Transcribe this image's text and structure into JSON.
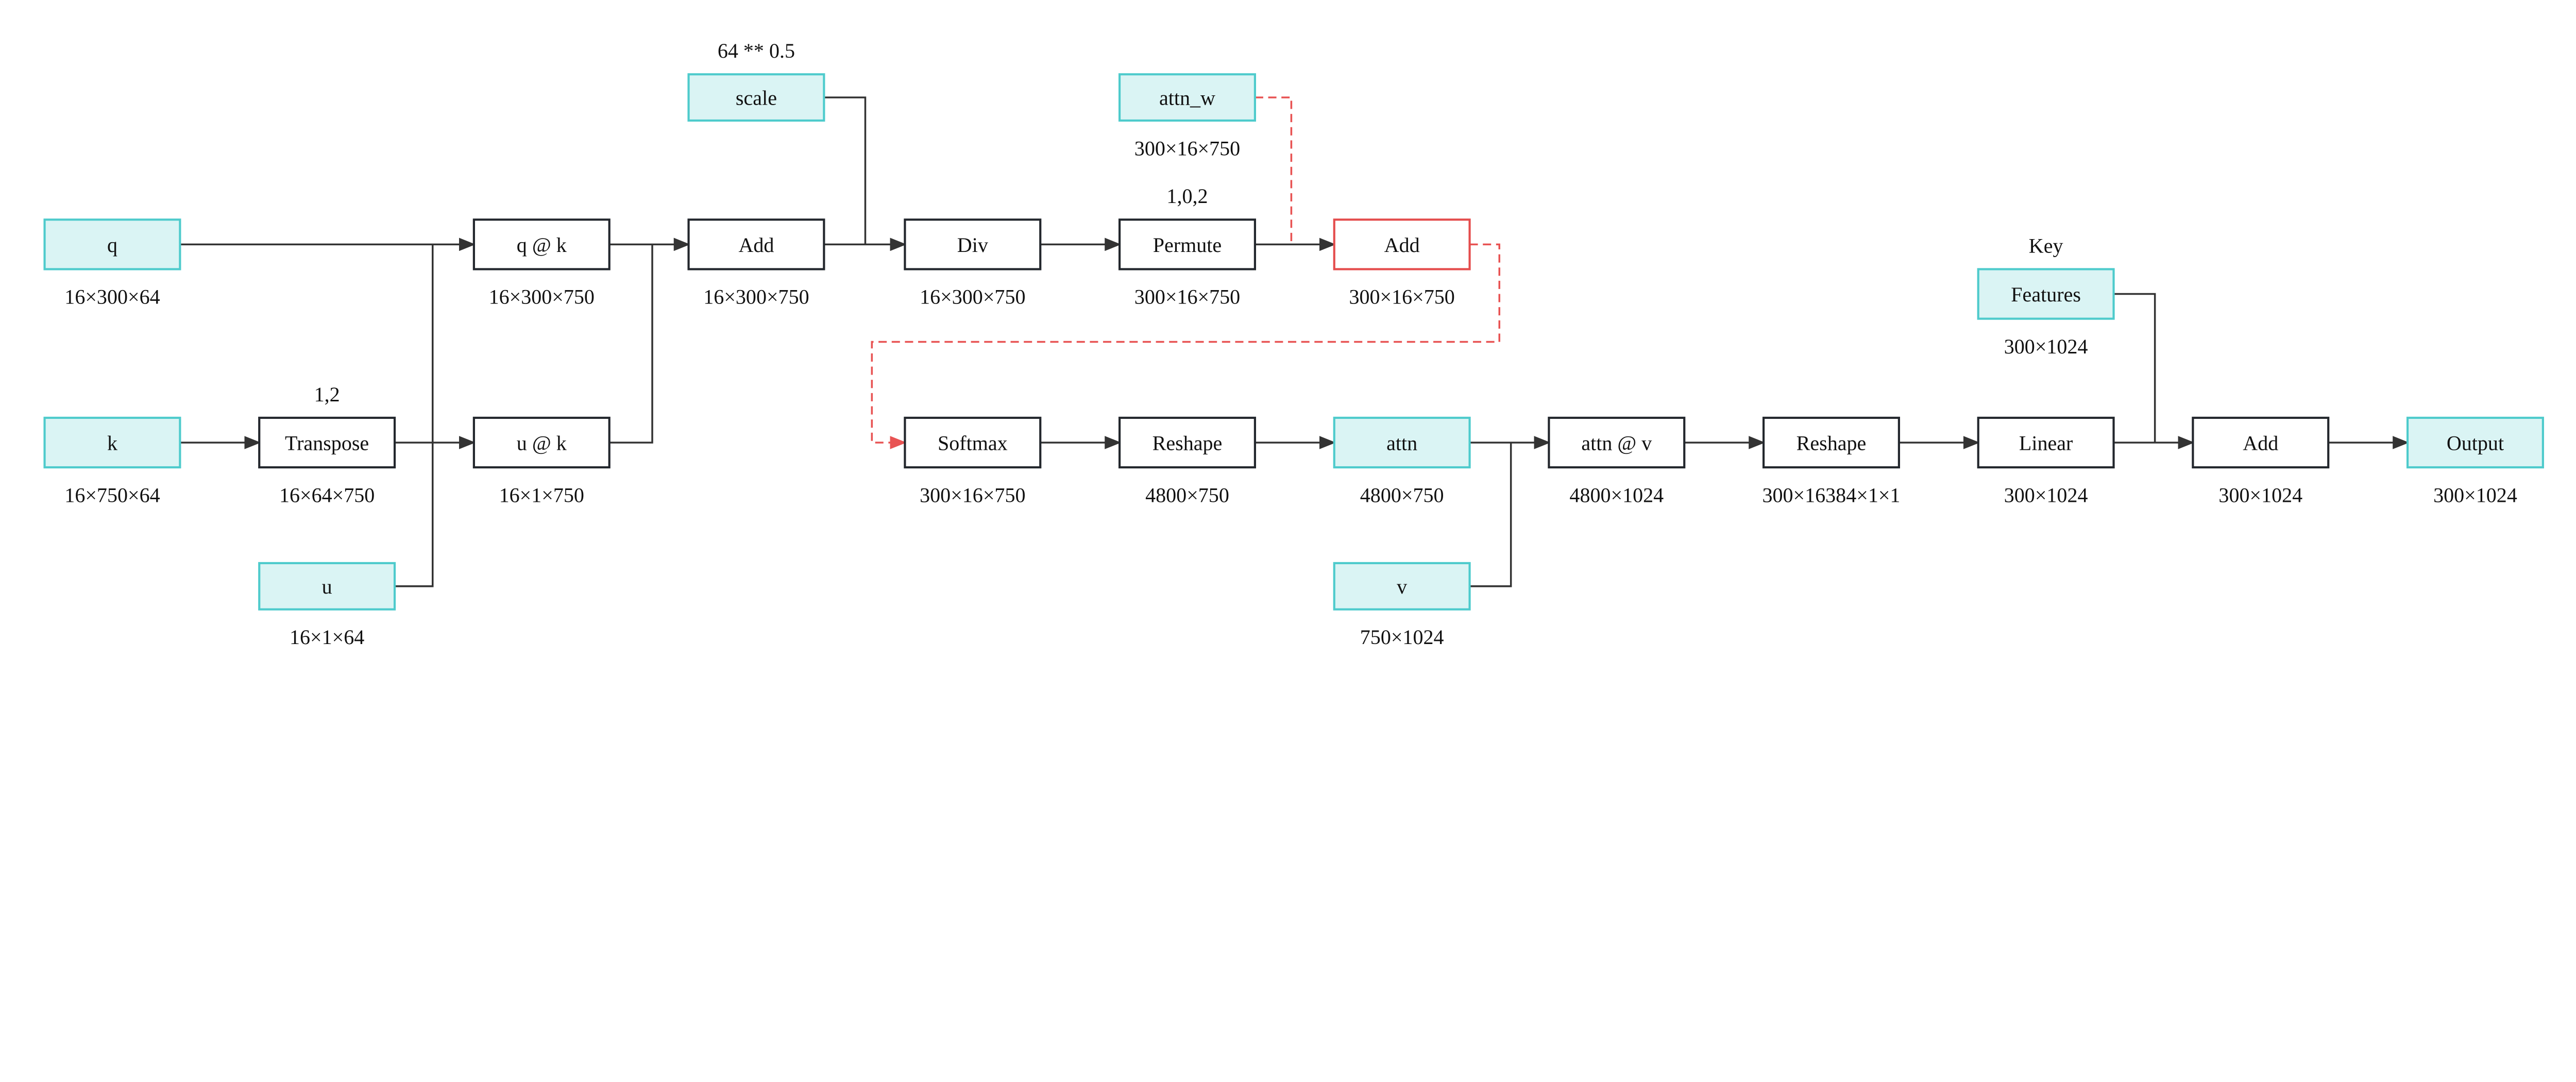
{
  "colors": {
    "input_fill": "#daf4f4",
    "input_stroke": "#4ecbcc",
    "op_stroke": "#23272d",
    "highlight": "#e44d4d",
    "edge": "#333333"
  },
  "nodes": {
    "q": {
      "label": "q",
      "below": "16×300×64",
      "kind": "input"
    },
    "qk": {
      "label": "q @ k",
      "below": "16×300×750",
      "kind": "plain"
    },
    "add1": {
      "label": "Add",
      "below": "16×300×750",
      "kind": "plain"
    },
    "scale": {
      "label": "scale",
      "above": "64 ** 0.5",
      "kind": "input"
    },
    "div": {
      "label": "Div",
      "below": "16×300×750",
      "kind": "plain"
    },
    "permute": {
      "label": "Permute",
      "above": "1,0,2",
      "below": "300×16×750",
      "kind": "plain"
    },
    "attn_w": {
      "label": "attn_w",
      "below": "300×16×750",
      "kind": "input"
    },
    "add2": {
      "label": "Add",
      "below": "300×16×750",
      "kind": "highlight"
    },
    "k": {
      "label": "k",
      "below": "16×750×64",
      "kind": "input"
    },
    "transpose": {
      "label": "Transpose",
      "above": "1,2",
      "below": "16×64×750",
      "kind": "plain"
    },
    "uk": {
      "label": "u @ k",
      "below": "16×1×750",
      "kind": "plain"
    },
    "u": {
      "label": "u",
      "below": "16×1×64",
      "kind": "input"
    },
    "softmax": {
      "label": "Softmax",
      "below": "300×16×750",
      "kind": "plain"
    },
    "reshape1": {
      "label": "Reshape",
      "below": "4800×750",
      "kind": "plain"
    },
    "attn": {
      "label": "attn",
      "below": "4800×750",
      "kind": "input"
    },
    "attnv": {
      "label": "attn @ v",
      "below": "4800×1024",
      "kind": "plain"
    },
    "v": {
      "label": "v",
      "below": "750×1024",
      "kind": "input"
    },
    "reshape2": {
      "label": "Reshape",
      "below": "300×16384×1×1",
      "kind": "plain"
    },
    "linear": {
      "label": "Linear",
      "below": "300×1024",
      "kind": "plain"
    },
    "features": {
      "label": "Features",
      "above": "Key",
      "below": "300×1024",
      "kind": "input"
    },
    "add3": {
      "label": "Add",
      "below": "300×1024",
      "kind": "plain"
    },
    "output": {
      "label": "Output",
      "below": "300×1024",
      "kind": "input"
    }
  }
}
